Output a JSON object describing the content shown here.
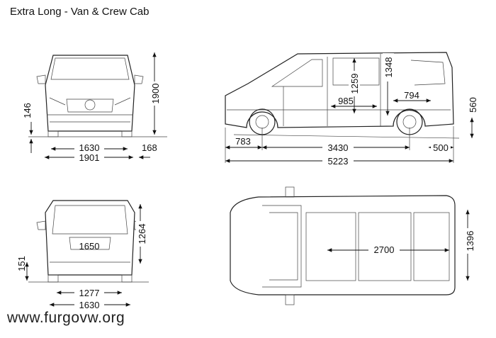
{
  "title": "Extra Long - Van & Crew Cab",
  "watermark": "www.furgovw.org",
  "front_view": {
    "height": "1900",
    "ground_clearance": "146",
    "track": "1630",
    "width": "1901",
    "mirror": "168"
  },
  "side_view": {
    "interior_height": "1348",
    "door_height": "1259",
    "door_width": "985",
    "rear_wheelarch": "794",
    "load_height": "560",
    "front_overhang": "783",
    "wheelbase": "3430",
    "rear_overhang": "500",
    "length": "5223"
  },
  "rear_view": {
    "opening_height": "1264",
    "step": "151",
    "load_width": "1650",
    "opening_width": "1277",
    "track": "1630"
  },
  "top_view": {
    "load_length": "2700",
    "wheelarch_width": "1396"
  }
}
